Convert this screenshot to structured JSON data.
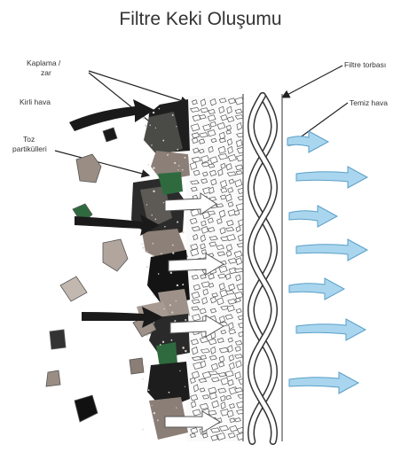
{
  "title": "Filtre Keki Oluşumu",
  "labels": {
    "coating": "Kaplama /",
    "coating_2": "zar",
    "dirty_air": "Kirli hava",
    "dust_1": "Toz",
    "dust_2": "partikülleri",
    "filter_bag": "Filtre torbası",
    "clean_air": "Temiz hava"
  },
  "colors": {
    "clean_air_arrow": "#a9d6ee",
    "clean_air_stroke": "#5a9fc8",
    "particle_dark": "#1c1c1c",
    "particle_gray": "#9a8d84",
    "particle_green": "#2f6a3f"
  }
}
